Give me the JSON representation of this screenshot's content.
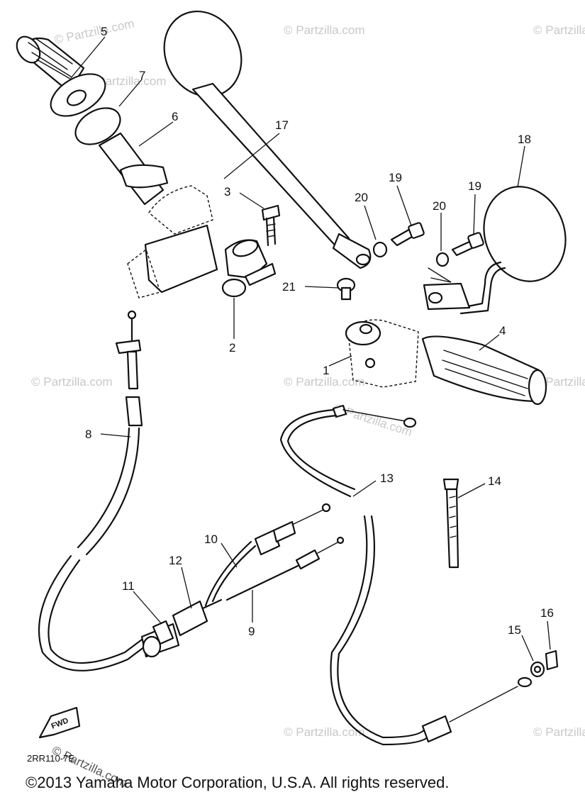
{
  "callouts": [
    "1",
    "2",
    "3",
    "4",
    "5",
    "6",
    "7",
    "8",
    "9",
    "10",
    "11",
    "12",
    "13",
    "14",
    "15",
    "16",
    "17",
    "18",
    "19",
    "19",
    "20",
    "20",
    "21"
  ],
  "watermark": "© Partzilla.com",
  "fwd_label": "FWD",
  "diagram_code": "2RR110-7E",
  "copyright": "©2013  Yamaha Motor Corporation, U.S.A. All rights reserved."
}
